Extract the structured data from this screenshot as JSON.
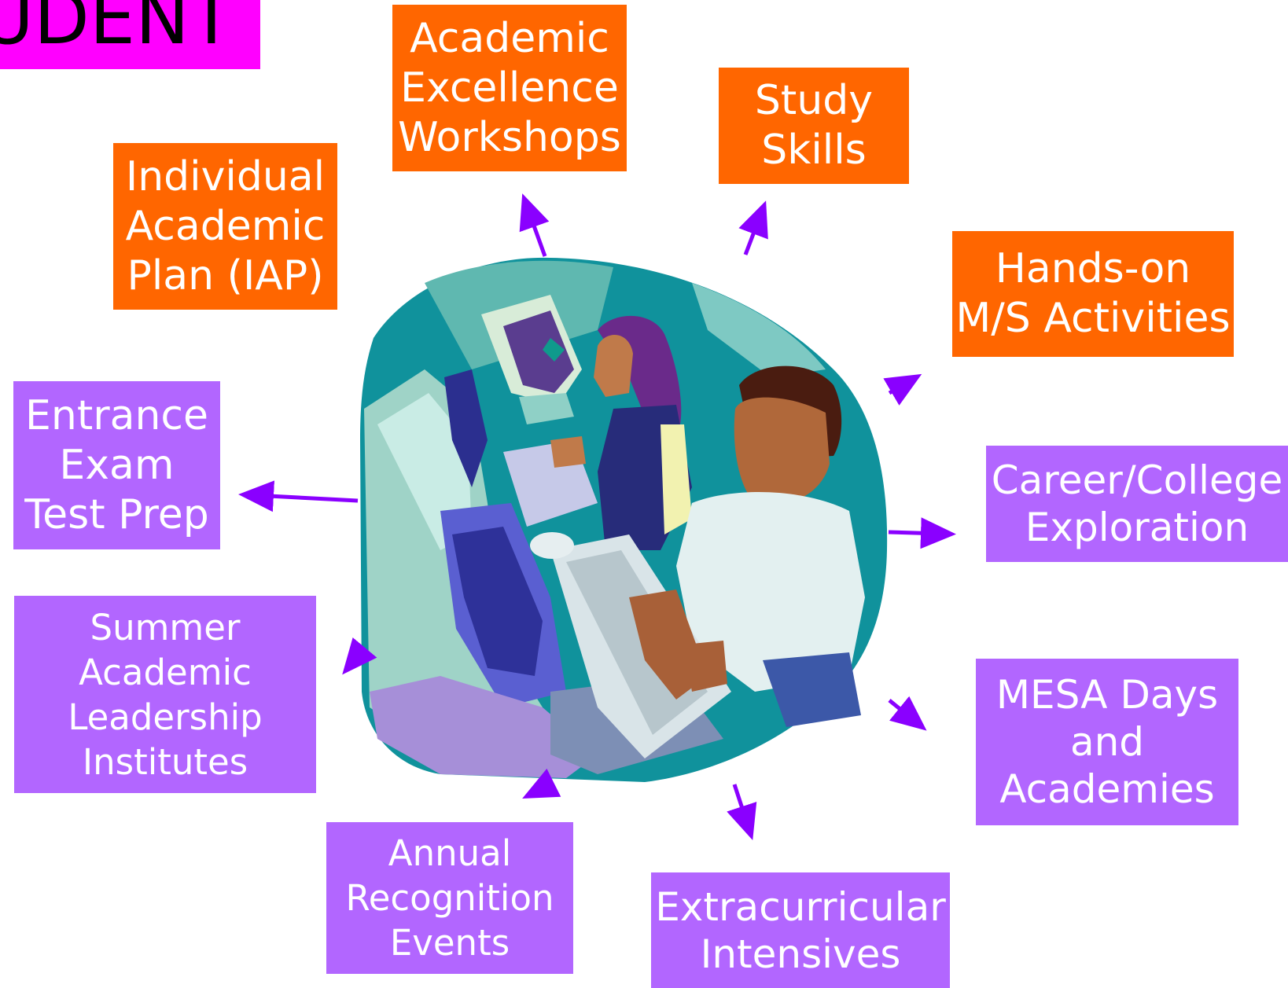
{
  "title": "UDENT",
  "colors": {
    "title_banner": "#ff00ff",
    "orange_box": "#ff6600",
    "purple_box": "#b266ff",
    "arrow": "#8a00ff",
    "box_text": "#ffffff"
  },
  "boxes": {
    "iap": "Individual\nAcademic\nPlan (IAP)",
    "aew": "Academic\nExcellence\nWorkshops",
    "study": "Study\nSkills",
    "hands": "Hands-on\nM/S Activities",
    "entrance": "Entrance\nExam\nTest Prep",
    "career": "Career/College\nExploration",
    "summer": "Summer\nAcademic\nLeadership\nInstitutes",
    "mesa": "MESA Days\nand\nAcademies",
    "annual": "Annual\nRecognition\nEvents",
    "extra": "Extracurricular\nIntensives"
  },
  "illustration": {
    "icon": "students-at-computers-clipart"
  }
}
